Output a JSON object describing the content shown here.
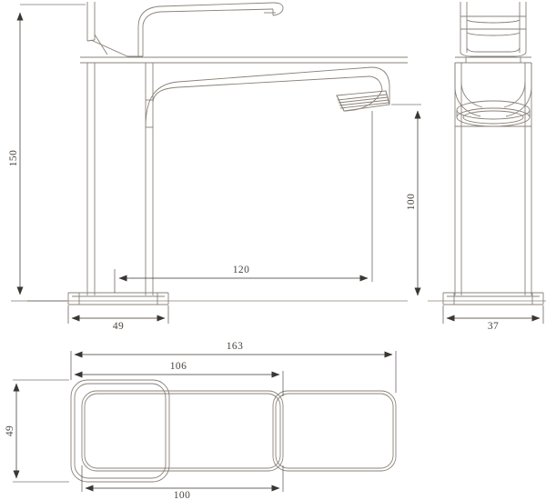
{
  "drawing": {
    "type": "technical-dimension-drawing",
    "subject": "single-lever basin mixer faucet",
    "units": "mm",
    "views": [
      {
        "name": "front-elevation",
        "position": "top-left"
      },
      {
        "name": "side-elevation",
        "position": "top-right"
      },
      {
        "name": "plan-view",
        "position": "bottom"
      }
    ],
    "line_color": "#8a8178",
    "text_color": "#4a443e",
    "background": "#ffffff"
  },
  "dimensions": {
    "front_height": {
      "label": "150",
      "orientation": "vertical",
      "view": "front-elevation"
    },
    "spout_reach": {
      "label": "120",
      "orientation": "horizontal",
      "view": "front-elevation"
    },
    "base_width": {
      "label": "49",
      "orientation": "horizontal",
      "view": "front-elevation"
    },
    "spout_height": {
      "label": "100",
      "orientation": "vertical",
      "view": "front-elevation"
    },
    "side_base_depth": {
      "label": "37",
      "orientation": "horizontal",
      "view": "side-elevation"
    },
    "plan_total_length": {
      "label": "163",
      "orientation": "horizontal",
      "view": "plan-view"
    },
    "plan_spout_length": {
      "label": "106",
      "orientation": "horizontal",
      "view": "plan-view"
    },
    "plan_base_depth": {
      "label": "49",
      "orientation": "vertical",
      "view": "plan-view"
    },
    "plan_body_length": {
      "label": "100",
      "orientation": "horizontal",
      "view": "plan-view"
    }
  }
}
